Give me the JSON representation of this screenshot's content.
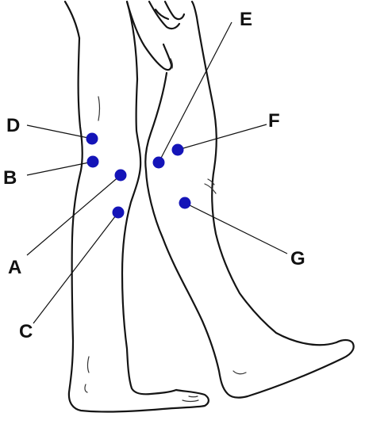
{
  "colors": {
    "dot": "#1414b8",
    "outline": "#141414",
    "background": "#ffffff"
  },
  "points": [
    {
      "id": "D",
      "label": "D"
    },
    {
      "id": "B",
      "label": "B"
    },
    {
      "id": "A",
      "label": "A"
    },
    {
      "id": "C",
      "label": "C"
    },
    {
      "id": "E",
      "label": "E"
    },
    {
      "id": "F",
      "label": "F"
    },
    {
      "id": "G",
      "label": "G"
    }
  ]
}
